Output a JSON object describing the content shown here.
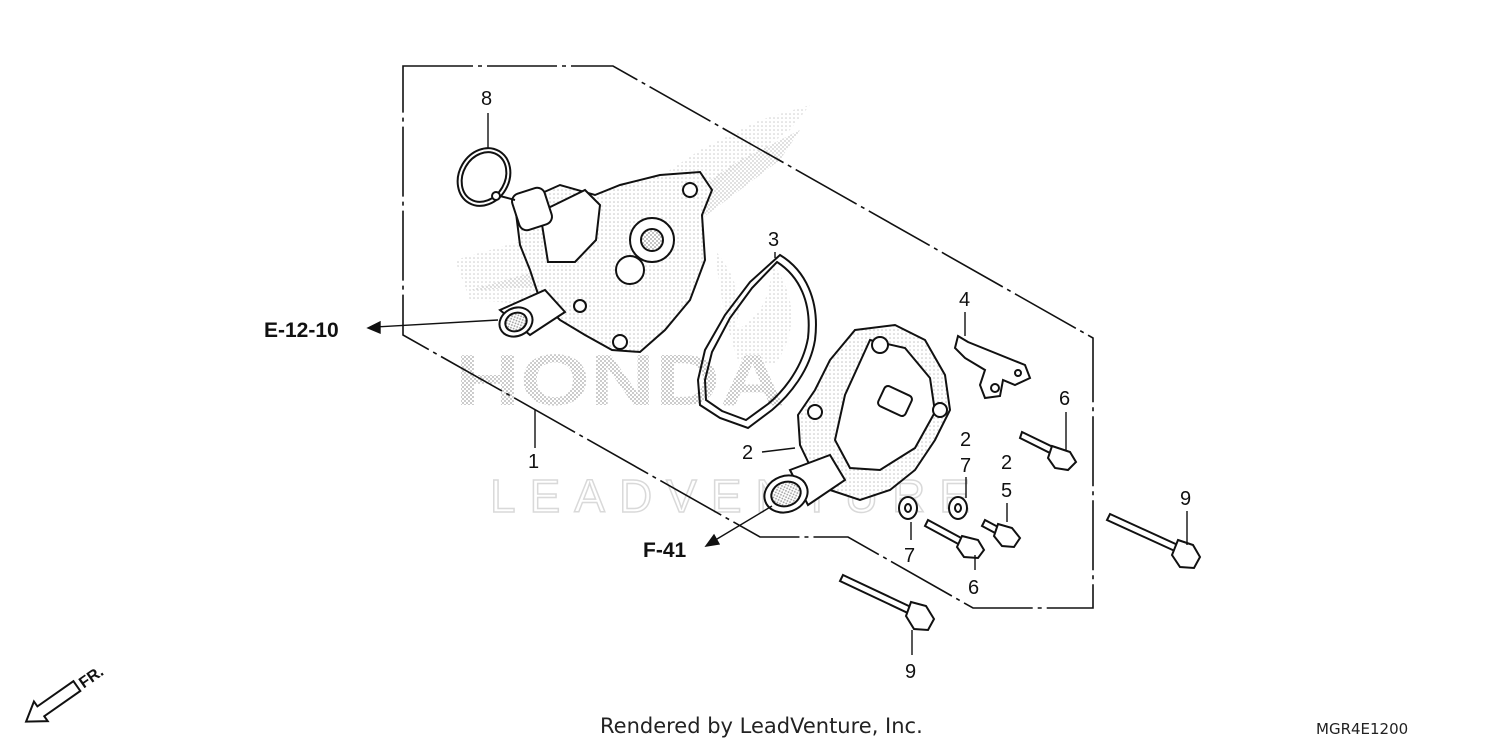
{
  "diagram": {
    "watermark_text": "LEADVENTURE",
    "brand_watermark": "HONDA",
    "callouts": {
      "c1": "1",
      "c2a": "2",
      "c2b": "2",
      "c2c": "2",
      "c3": "3",
      "c4": "4",
      "c5": "5",
      "c6a": "6",
      "c6b": "6",
      "c7a": "7",
      "c7b": "7",
      "c8": "8",
      "c9a": "9",
      "c9b": "9"
    },
    "references": {
      "e_ref": "E-12-10",
      "f_ref": "F-41"
    },
    "direction_label": "FR.",
    "footer": {
      "rendered_by": "Rendered by LeadVenture, Inc.",
      "diagram_code": "MGR4E1200"
    }
  }
}
